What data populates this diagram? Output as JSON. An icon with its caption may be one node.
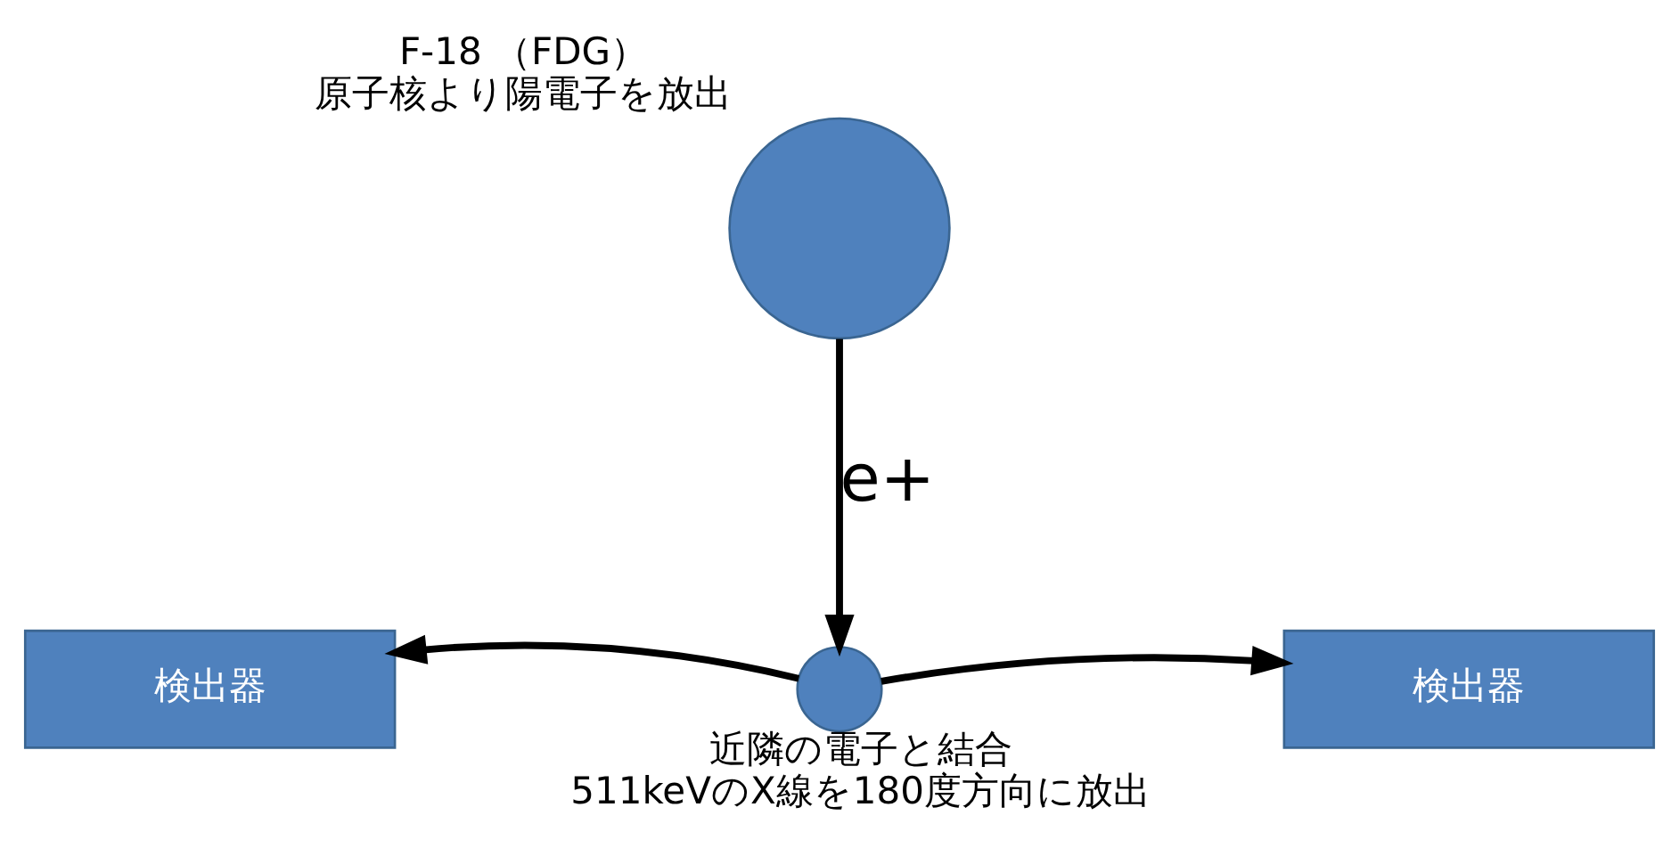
{
  "diagram": {
    "nodes": [
      {
        "text": [],
        "shape": "circle",
        "beside": [
          "F-18 （FDG）",
          "原子核より陽電子を放出"
        ]
      },
      {
        "text": [],
        "shape": "circle",
        "beside": [
          "近隣の電子と結合",
          "511keVのX線を180度方向に放出"
        ]
      },
      {
        "text": [
          "検出器"
        ]
      },
      {
        "text": [
          "検出器"
        ]
      }
    ],
    "edges": [
      {
        "from": 0,
        "to": 1,
        "arrow": "to",
        "label": "e+"
      },
      {
        "from": 1,
        "to": 2,
        "arrow": "to"
      },
      {
        "from": 1,
        "to": 3,
        "arrow": "to"
      }
    ]
  }
}
